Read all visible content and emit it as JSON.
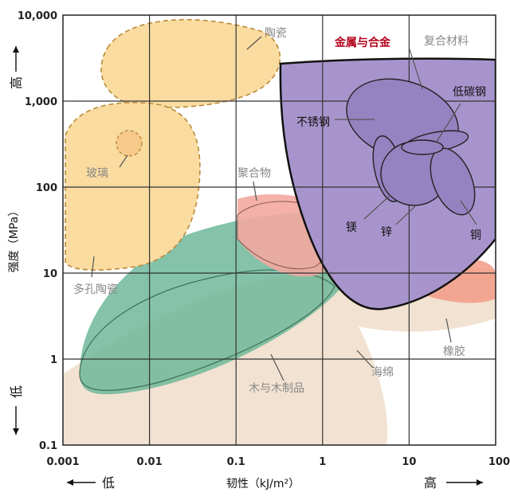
{
  "chart_data": {
    "type": "scatter",
    "subtype": "ashby-material-property-map",
    "xlabel": "韧性（kJ/m²）",
    "ylabel": "强度（MPa）",
    "x_scale": "log",
    "y_scale": "log",
    "xlim": [
      0.001,
      100
    ],
    "ylim": [
      0.1,
      10000
    ],
    "x_ticks": [
      "0.001",
      "0.01",
      "0.1",
      "1",
      "10",
      "100"
    ],
    "y_ticks": [
      "0.1",
      "1",
      "10",
      "100",
      "1,000",
      "10,000"
    ],
    "x_direction": {
      "low": "低",
      "high": "高"
    },
    "y_direction": {
      "low": "低",
      "high": "高"
    },
    "grid": true,
    "regions": [
      {
        "name": "陶瓷",
        "color": "#fbdca0"
      },
      {
        "name": "玻璃",
        "color": "#f7c98a"
      },
      {
        "name": "多孔陶瓷",
        "color": "#fbdca0"
      },
      {
        "name": "聚合物",
        "color": "#f2a8a0"
      },
      {
        "name": "复合材料",
        "color": "#cdb8e0"
      },
      {
        "name": "金属与合金",
        "color": "#a894cc"
      },
      {
        "name": "木与木制品",
        "color": "#6fb89a"
      },
      {
        "name": "橡胶",
        "color": "#f2a08a"
      },
      {
        "name": "海绵",
        "color": "#f1e0cf"
      }
    ],
    "metals": [
      "不锈钢",
      "低碳钢",
      "镁",
      "锌",
      "铜"
    ],
    "highlight_color": "#b3001b"
  }
}
